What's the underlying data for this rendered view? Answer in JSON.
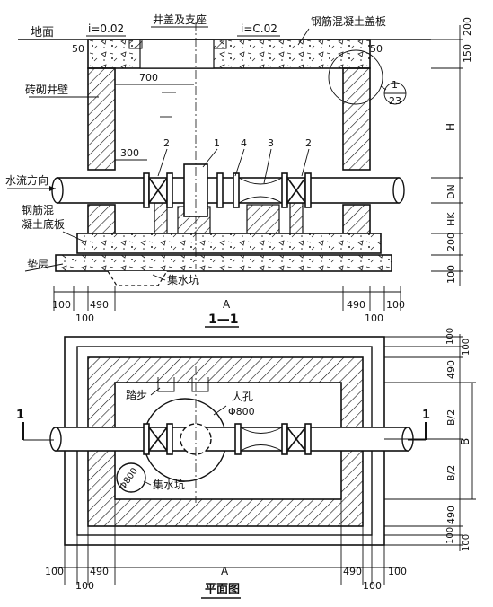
{
  "section": {
    "ground": "地面",
    "slope_left": "i=0.02",
    "slope_right": "i=C.02",
    "cover_seat": "井盖及支座",
    "rc_cover_slab": "钢筋混凝土盖板",
    "brick_wall": "砖砌井壁",
    "flow_dir": "水流方向",
    "rc_base_line1": "钢筋混",
    "rc_base_line2": "凝土底板",
    "cushion": "垫层",
    "sump": "集水坑",
    "detail_num": "1",
    "detail_sheet": "23",
    "callout_1": "1",
    "callout_2a": "2",
    "callout_2b": "2",
    "callout_3": "3",
    "callout_4": "4",
    "dim_50_left": "50",
    "dim_50_right": "50",
    "dim_700": "700",
    "dim_300": "300",
    "dim_A": "A",
    "dim_100_l1": "100",
    "dim_490_l": "490",
    "dim_100_l2": "100",
    "dim_490_r": "490",
    "dim_100_r1": "100",
    "dim_100_r2": "100",
    "r_200_top": "200",
    "r_150": "150",
    "r_H": "H",
    "r_DN": "DN",
    "r_HK": "HK",
    "r_200_bot": "200",
    "r_100": "100",
    "title": "1—1"
  },
  "plan": {
    "steps": "踏步",
    "manhole": "人孔",
    "manhole_dia": "Φ800",
    "sump": "集水坑",
    "sump_dia": "Φ800",
    "cut_left": "1",
    "cut_right": "1",
    "r_100a": "100",
    "r_100b": "100",
    "r_490_top": "490",
    "r_B2_top": "B/2",
    "r_B": "B",
    "r_B2_bot": "B/2",
    "r_490_bot": "490",
    "r_100c": "100",
    "r_100d": "100",
    "dim_100_l1": "100",
    "dim_490_l": "490",
    "dim_100_l2": "100",
    "dim_A": "A",
    "dim_490_r": "490",
    "dim_100_r1": "100",
    "dim_100_r2": "100",
    "title": "平面图"
  }
}
